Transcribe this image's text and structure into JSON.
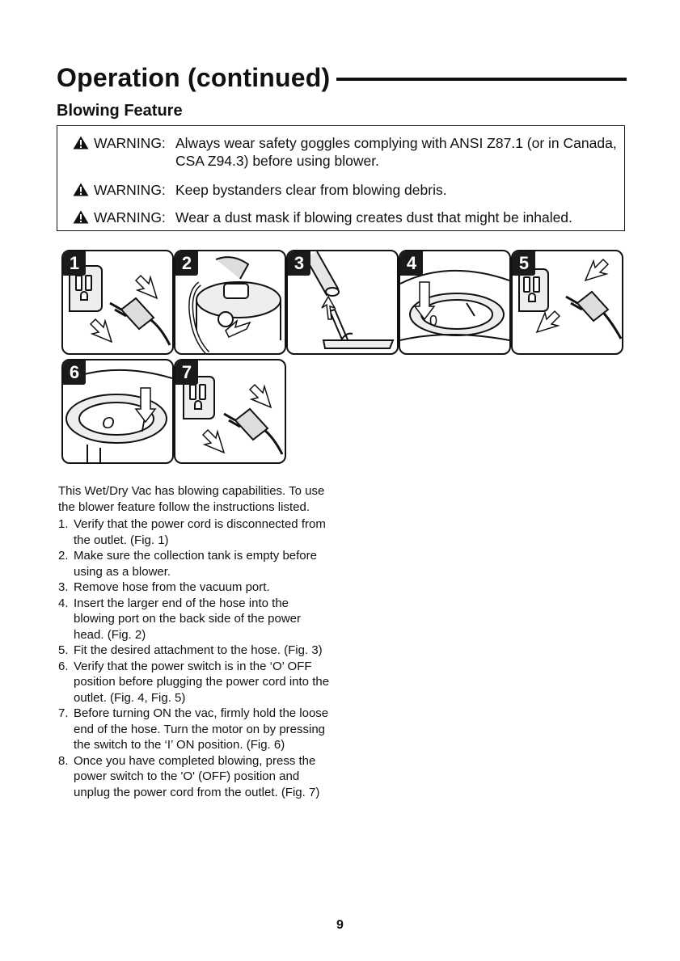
{
  "header": {
    "title": "Operation (continued)",
    "section": "Blowing Feature"
  },
  "warnings": [
    {
      "label": "WARNING:",
      "text": "Always wear safety goggles complying with ANSI Z87.1 (or in Canada, CSA Z94.3) before using blower."
    },
    {
      "label": "WARNING:",
      "text": "Keep bystanders clear from blowing debris."
    },
    {
      "label": "WARNING:",
      "text": "Wear a dust mask if blowing creates dust that might be inhaled."
    }
  ],
  "figures": [
    {
      "number": "1",
      "icon": "unplug-cord-icon"
    },
    {
      "number": "2",
      "icon": "insert-hose-blowing-port-icon"
    },
    {
      "number": "3",
      "icon": "attachment-hose-icon"
    },
    {
      "number": "4",
      "icon": "power-switch-off-icon"
    },
    {
      "number": "5",
      "icon": "plug-cord-icon"
    },
    {
      "number": "6",
      "icon": "power-switch-on-icon"
    },
    {
      "number": "7",
      "icon": "unplug-cord-icon"
    }
  ],
  "switch_labels": {
    "fig4_mark": "0",
    "fig6_off": "O",
    "fig6_on": "I"
  },
  "intro": "This Wet/Dry Vac has blowing capabilities. To use the blower feature follow the instructions listed.",
  "steps": [
    {
      "num": "1.",
      "text": "Verify that the power cord is disconnected from the outlet. (Fig. 1)"
    },
    {
      "num": "2.",
      "text": "Make sure the collection tank is empty before using as a blower."
    },
    {
      "num": "3.",
      "text": "Remove hose from the vacuum port."
    },
    {
      "num": "4.",
      "text": "Insert the larger end of the hose into the blowing port on the back side of the power head. (Fig. 2)"
    },
    {
      "num": "5.",
      "text": "Fit the desired attachment to the hose. (Fig. 3)"
    },
    {
      "num": "6.",
      "text": "Verify that the power switch is in the ‘O’ OFF position before plugging the power cord into the outlet. (Fig. 4, Fig. 5)"
    },
    {
      "num": "7.",
      "text": "Before turning ON the vac, firmly hold the loose end of the hose. Turn the motor on by pressing the switch to the ‘I’ ON position. (Fig. 6)"
    },
    {
      "num": "8.",
      "text": "Once you have completed blowing, press the power switch to the 'O' (OFF) position and unplug the power cord from the outlet. (Fig. 7)"
    }
  ],
  "page_number": "9",
  "colors": {
    "ink": "#111111",
    "badge": "#1a1a1a",
    "background": "#ffffff"
  }
}
